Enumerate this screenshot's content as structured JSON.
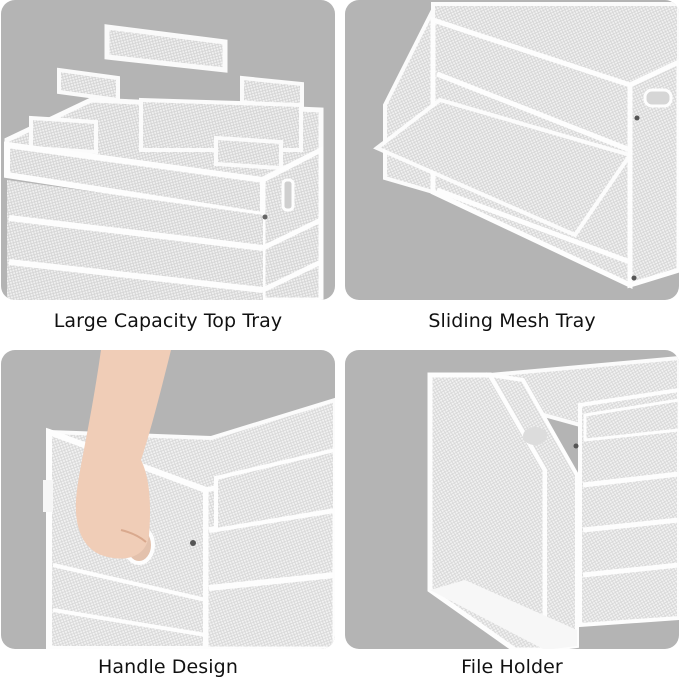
{
  "features": [
    {
      "caption": "Large Capacity Top Tray",
      "image": "mesh-organizer-top-tray"
    },
    {
      "caption": "Sliding Mesh Tray",
      "image": "mesh-organizer-sliding-tray"
    },
    {
      "caption": "Handle Design",
      "image": "mesh-organizer-handle"
    },
    {
      "caption": "File Holder",
      "image": "mesh-organizer-file-holder"
    }
  ],
  "colors": {
    "panel_background": "#b4b4b4",
    "product": "#f4f4f4",
    "caption_text": "#111111",
    "page_background": "#ffffff"
  }
}
